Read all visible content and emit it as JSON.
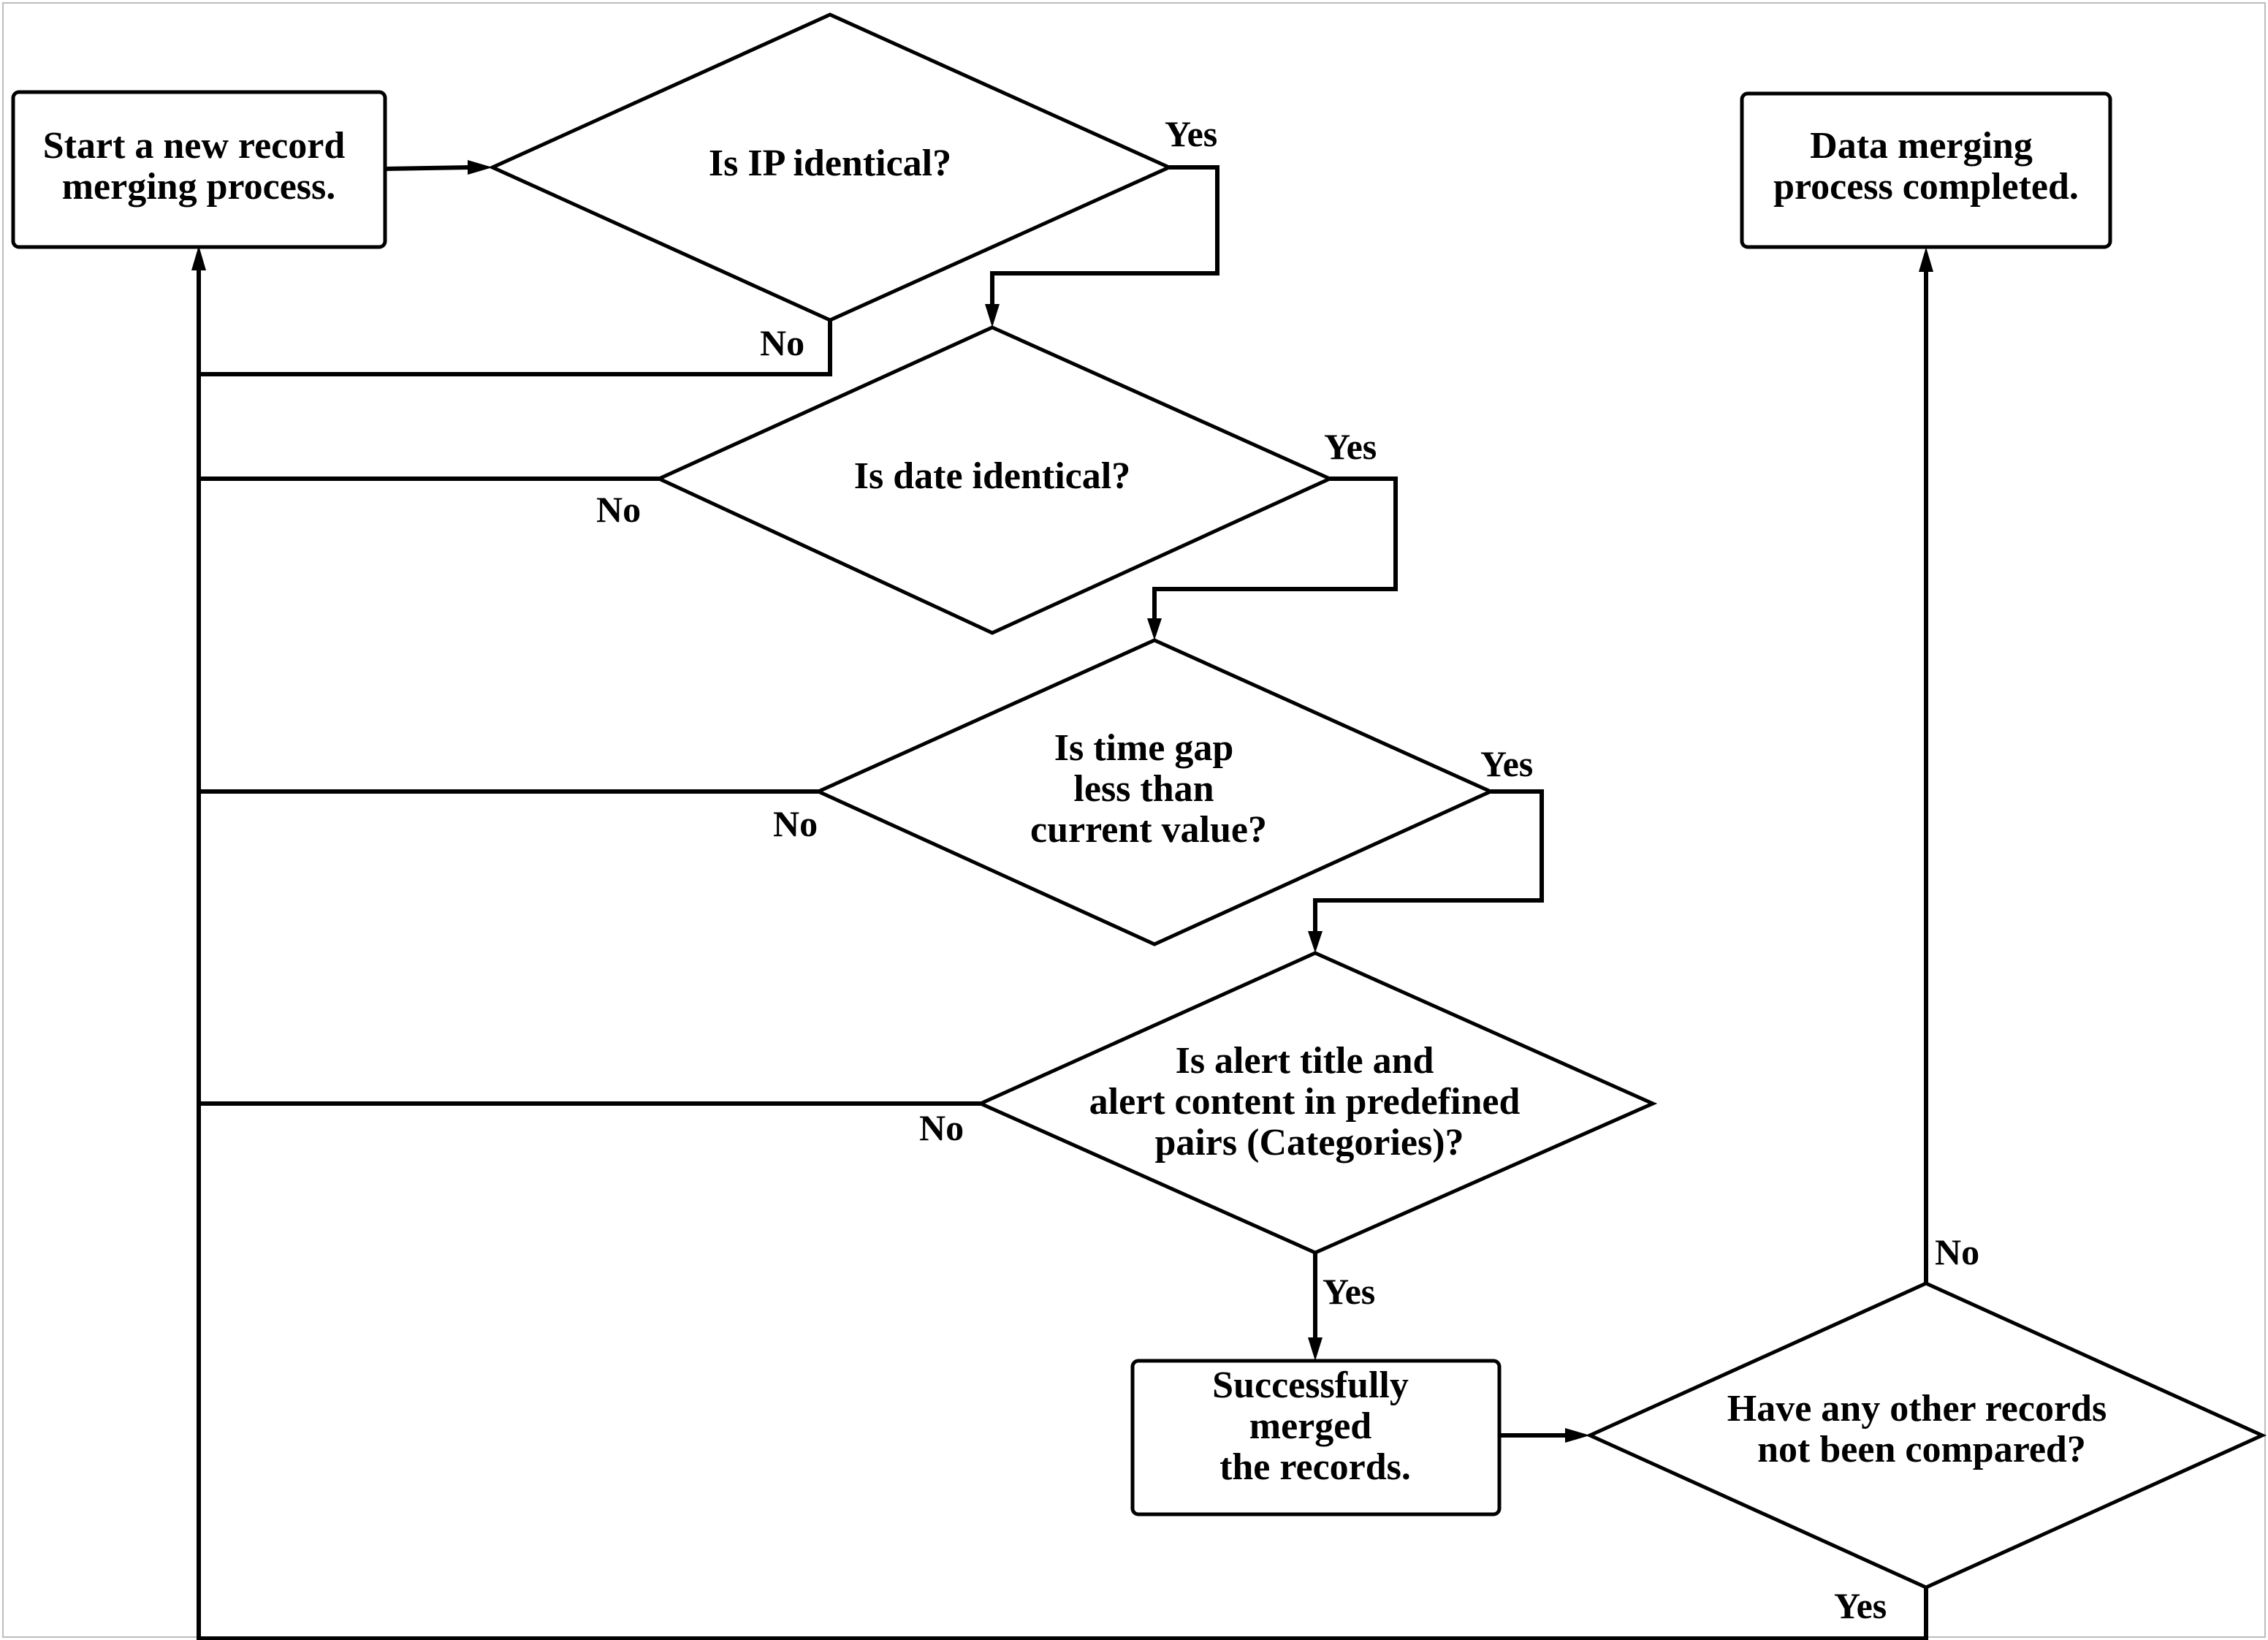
{
  "nodes": {
    "start": {
      "lines": [
        "Start a new record",
        "merging process."
      ]
    },
    "ip_check": {
      "lines": [
        "Is IP identical?"
      ]
    },
    "date_check": {
      "lines": [
        "Is date identical?"
      ]
    },
    "time_gap_check": {
      "lines": [
        "Is time gap",
        "less than",
        "current value?"
      ]
    },
    "alert_check": {
      "lines": [
        "Is alert title and",
        "alert content in predefined",
        "pairs (Categories)?"
      ]
    },
    "merged": {
      "lines": [
        "Successfully",
        "merged",
        "the records."
      ]
    },
    "remaining_check": {
      "lines": [
        "Have any other records",
        "not been compared?"
      ]
    },
    "end": {
      "lines": [
        "Data merging",
        "process completed."
      ]
    }
  },
  "edge_labels": {
    "ip_yes": "Yes",
    "ip_no": "No",
    "date_yes": "Yes",
    "date_no": "No",
    "time_yes": "Yes",
    "time_no": "No",
    "alert_yes": "Yes",
    "alert_no": "No",
    "remaining_yes": "Yes",
    "remaining_no": "No"
  },
  "colors": {
    "stroke": "#000000",
    "background": "#ffffff"
  }
}
